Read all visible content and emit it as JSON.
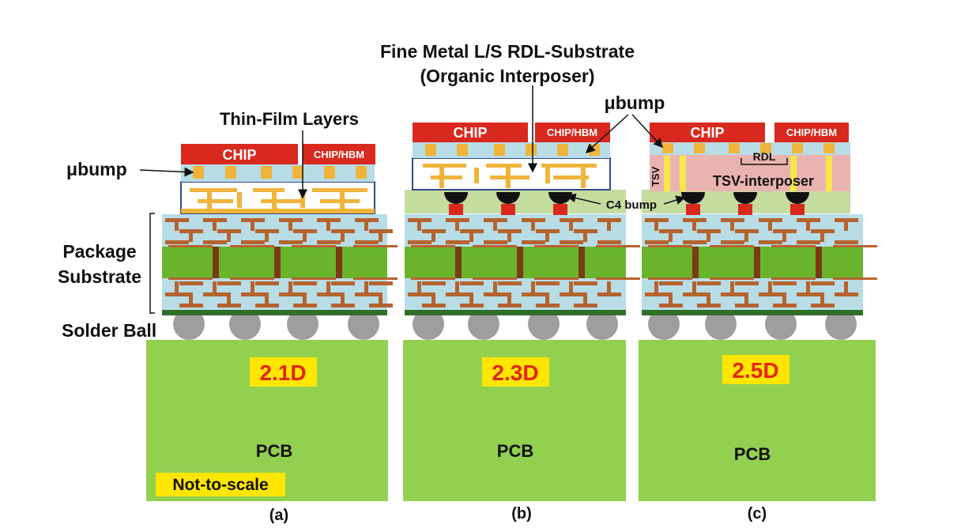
{
  "labels": {
    "fine_metal_line1": "Fine Metal L/S RDL-Substrate",
    "fine_metal_line2": "(Organic Interposer)",
    "thin_film_layers": "Thin-Film Layers",
    "ubump_a": "μbump",
    "ubump_bc": "μbump",
    "package_substrate_line1": "Package",
    "package_substrate_line2": "Substrate",
    "solder_ball": "Solder Ball",
    "c4_bump": "C4 bump",
    "tsv": "TSV",
    "rdl": "RDL",
    "tsv_interposer": "TSV-interposer",
    "not_to_scale": "Not-to-scale"
  },
  "panels": [
    {
      "id": "a",
      "caption": "(a)",
      "type_label": "2.1D",
      "chip": "CHIP",
      "chip2": "CHIP/HBM",
      "pcb": "PCB"
    },
    {
      "id": "b",
      "caption": "(b)",
      "type_label": "2.3D",
      "chip": "CHIP",
      "chip2": "CHIP/HBM",
      "pcb": "PCB"
    },
    {
      "id": "c",
      "caption": "(c)",
      "type_label": "2.5D",
      "chip": "CHIP",
      "chip2": "CHIP/HBM",
      "pcb": "PCB"
    }
  ],
  "colors": {
    "pcb": "#92d050",
    "chip": "#d9281e",
    "type_label_bg": "#ffe600",
    "type_label_text": "#e32619",
    "substrate_light": "#b8dde6",
    "substrate_core": "#6ab42c",
    "copper": "#b5632f",
    "bump": "#f0b43a",
    "solder_ball": "#9e9e9e",
    "interposer": "#e9b4b0",
    "c4_base": "#c5dc9f"
  }
}
